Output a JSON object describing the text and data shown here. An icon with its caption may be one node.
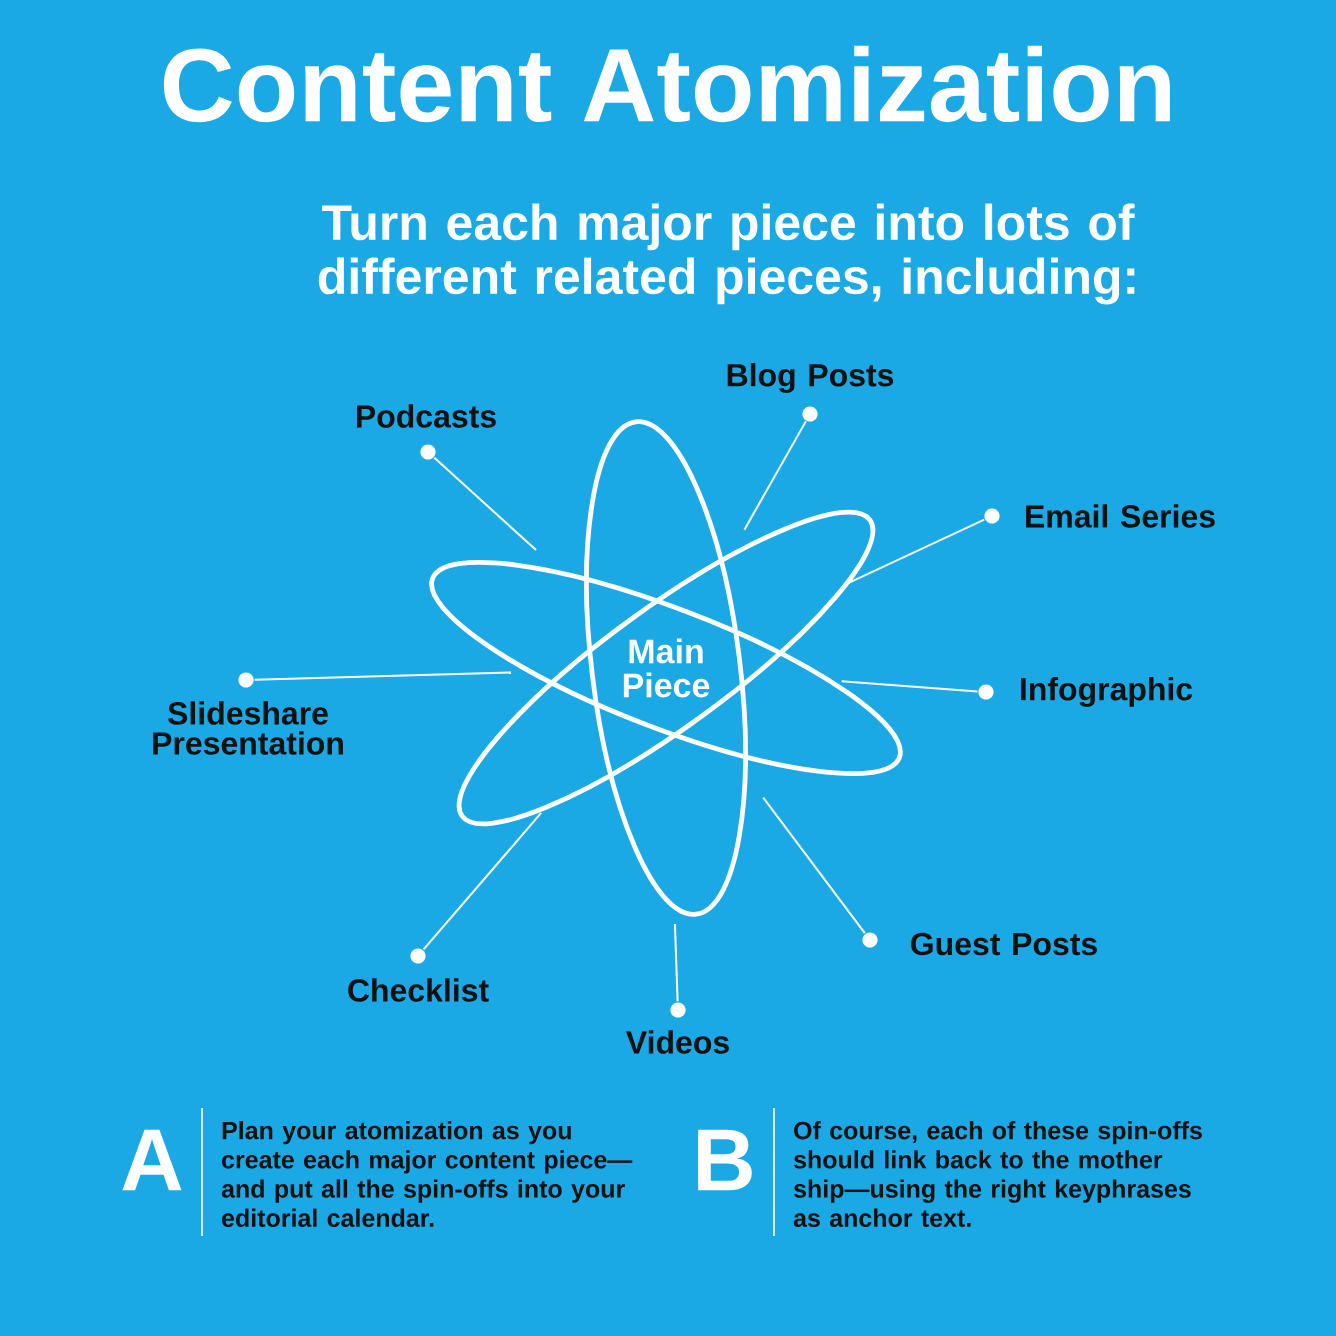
{
  "diagram": {
    "title": "Content Atomization",
    "caption": "Turn each major piece into lots of different related pieces, including:",
    "nodes": [
      {
        "text": [
          "Main Piece"
        ]
      },
      {
        "text": [
          "Podcasts"
        ]
      },
      {
        "text": [
          "Blog Posts"
        ]
      },
      {
        "text": [
          "Email Series"
        ]
      },
      {
        "text": [
          "Infographic"
        ]
      },
      {
        "text": [
          "Guest Posts"
        ]
      },
      {
        "text": [
          "Videos"
        ]
      },
      {
        "text": [
          "Checklist"
        ]
      },
      {
        "text": [
          "Slideshare Presentation"
        ]
      }
    ],
    "edges": [
      {
        "from": 1,
        "to": 0,
        "arrow": "none"
      },
      {
        "from": 2,
        "to": 0,
        "arrow": "none"
      },
      {
        "from": 3,
        "to": 0,
        "arrow": "none"
      },
      {
        "from": 4,
        "to": 0,
        "arrow": "none"
      },
      {
        "from": 5,
        "to": 0,
        "arrow": "none"
      },
      {
        "from": 6,
        "to": 0,
        "arrow": "none"
      },
      {
        "from": 7,
        "to": 0,
        "arrow": "none"
      },
      {
        "from": 8,
        "to": 0,
        "arrow": "none"
      }
    ],
    "labels": [
      "A",
      "Plan your atomization as you create each major content piece—and put all the spin-offs into your editorial calendar.",
      "B",
      "Of course, each of these spin-offs should link back to the mother ship—using the right keyphrases as anchor text."
    ]
  }
}
